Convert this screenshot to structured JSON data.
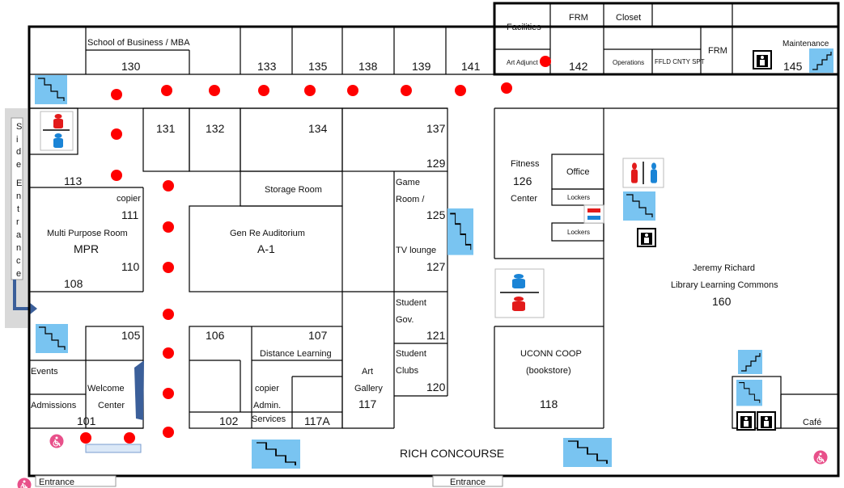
{
  "rooms": {
    "school_business": "School of Business / MBA",
    "r130": "130",
    "r133": "133",
    "r135": "135",
    "r138": "138",
    "r139": "139",
    "r141": "141",
    "facilities": "Facilities",
    "frm_top": "FRM",
    "closet": "Closet",
    "art_adjunct": "Art Adjunct",
    "r142": "142",
    "operations": "Operations",
    "ffld": "FFLD CNTY SPT",
    "frm_right": "FRM",
    "maintenance": "Maintenance",
    "r145": "145",
    "r131": "131",
    "r132": "132",
    "r134": "134",
    "r137": "137",
    "r129": "129",
    "r113": "113",
    "copier_111": "copier",
    "r111": "111",
    "mpr_name": "Multi Purpose Room",
    "mpr": "MPR",
    "r110": "110",
    "r108": "108",
    "storage": "Storage Room",
    "auditorium": "Gen Re Auditorium",
    "a1": "A-1",
    "game_room": "Game",
    "game_room2": "Room /",
    "r125": "125",
    "tv_lounge": "TV lounge",
    "r127": "127",
    "fitness": "Fitness",
    "r126": "126",
    "center": "Center",
    "office": "Office",
    "lockers1": "Lockers",
    "lockers2": "Lockers",
    "library1": "Jeremy Richard",
    "library2": "Library Learning Commons",
    "r160": "160",
    "student_gov1": "Student",
    "student_gov2": "Gov.",
    "r121": "121",
    "student_clubs1": "Student",
    "student_clubs2": "Clubs",
    "r120": "120",
    "r105": "105",
    "r106": "106",
    "r107": "107",
    "distance": "Distance Learning",
    "art_gallery1": "Art",
    "art_gallery2": "Gallery",
    "r117": "117",
    "uconn1": "UCONN  COOP",
    "uconn2": "(bookstore)",
    "r118": "118",
    "events": "Events",
    "admissions": "Admissions",
    "welcome": "Welcome",
    "welcome2": "Center",
    "r101": "101",
    "copier_admin": "copier",
    "admin1": "Admin.",
    "admin2": "Services",
    "r102": "102",
    "r117a": "117A",
    "cafe": "Café",
    "concourse": "RICH CONCOURSE"
  },
  "entrances": {
    "side": [
      "S",
      "i",
      "d",
      "e",
      "",
      "E",
      "n",
      "t",
      "r",
      "a",
      "n",
      "c",
      "e"
    ],
    "bottom_left": "Entrance",
    "bottom_center": "Entrance"
  },
  "colors": {
    "stairs": "#79c4f1",
    "route_dot": "#ff0000",
    "restroom_men": "#1a84d6",
    "restroom_women": "#e21b1b"
  },
  "icons": {
    "stairs": "stairs-icon",
    "elevator": "elevator-icon",
    "restroom": "restroom-icon",
    "accessible": "wheelchair-icon"
  }
}
